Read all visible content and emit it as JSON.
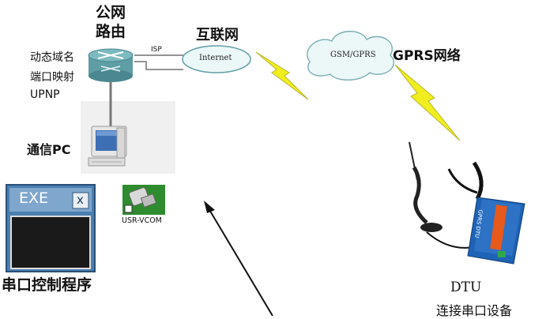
{
  "router": {
    "title_line1": "公网",
    "title_line2": "路由",
    "features": [
      "动态域名",
      "端口映射",
      "UPNP"
    ],
    "isp_label": "ISP"
  },
  "internet": {
    "title": "互联网",
    "cloud_text": "Internet"
  },
  "gprs": {
    "title": "GPRS网络",
    "cloud_text": "GSM/GPRS"
  },
  "pc": {
    "label": "通信PC"
  },
  "software": {
    "exe_label": "EXE",
    "close_glyph": "x",
    "serial_program_label": "串口控制程序",
    "vcom_label": "USR-VCOM"
  },
  "dtu": {
    "label": "DTU",
    "sub_label": "连接串口设备",
    "device_text": "GPRS DTU"
  },
  "colors": {
    "router_teal": "#5f9ea5",
    "lightning_yellow": "#f0ee1e",
    "window_blue": "#4a7fb0",
    "dtu_orange": "#e8591c",
    "dtu_blue": "#1e63b5",
    "vcom_green": "#2e8b2e"
  }
}
